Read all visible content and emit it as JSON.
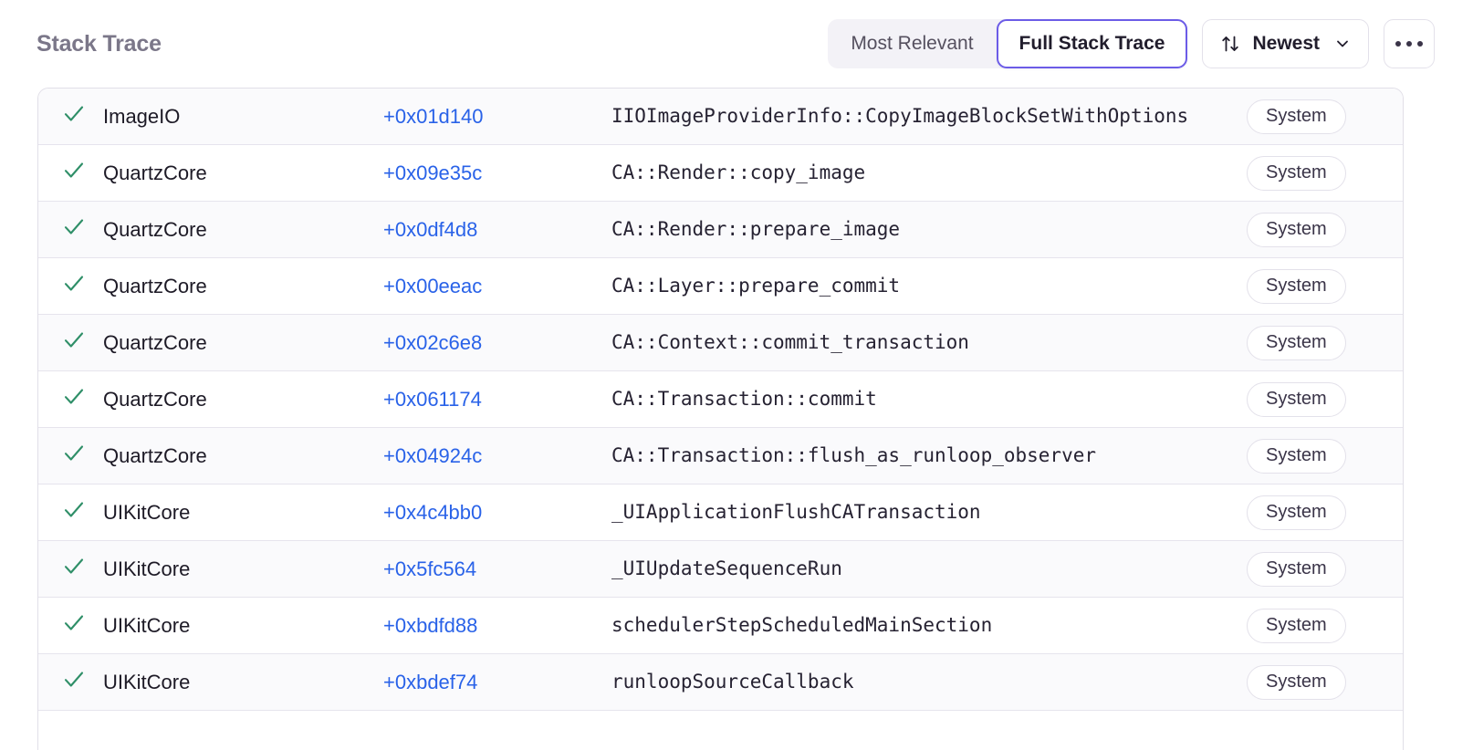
{
  "header": {
    "title": "Stack Trace",
    "segmented": {
      "options": [
        {
          "label": "Most Relevant",
          "active": false
        },
        {
          "label": "Full Stack Trace",
          "active": true
        }
      ]
    },
    "sort": {
      "icon": "sort-arrows-icon",
      "label": "Newest",
      "chevron": "chevron-down-icon"
    },
    "more": {
      "label": "…",
      "icon": "ellipsis-horizontal-icon"
    }
  },
  "colors": {
    "accent": "#6c5ce7",
    "link": "#2962e8",
    "check": "#2f8f68",
    "title": "#7b7789",
    "row_tint": "#fafafc",
    "border": "#e1dfe8"
  },
  "stack": {
    "columns": [
      "status",
      "module",
      "offset",
      "function",
      "origin"
    ],
    "frames": [
      {
        "status_icon": "check-icon",
        "module": "ImageIO",
        "offset": "+0x01d140",
        "function": "IIOImageProviderInfo::CopyImageBlockSetWithOptions",
        "badge": "System",
        "tinted": true
      },
      {
        "status_icon": "check-icon",
        "module": "QuartzCore",
        "offset": "+0x09e35c",
        "function": "CA::Render::copy_image",
        "badge": "System",
        "tinted": false
      },
      {
        "status_icon": "check-icon",
        "module": "QuartzCore",
        "offset": "+0x0df4d8",
        "function": "CA::Render::prepare_image",
        "badge": "System",
        "tinted": true
      },
      {
        "status_icon": "check-icon",
        "module": "QuartzCore",
        "offset": "+0x00eeac",
        "function": "CA::Layer::prepare_commit",
        "badge": "System",
        "tinted": false
      },
      {
        "status_icon": "check-icon",
        "module": "QuartzCore",
        "offset": "+0x02c6e8",
        "function": "CA::Context::commit_transaction",
        "badge": "System",
        "tinted": true
      },
      {
        "status_icon": "check-icon",
        "module": "QuartzCore",
        "offset": "+0x061174",
        "function": "CA::Transaction::commit",
        "badge": "System",
        "tinted": false
      },
      {
        "status_icon": "check-icon",
        "module": "QuartzCore",
        "offset": "+0x04924c",
        "function": "CA::Transaction::flush_as_runloop_observer",
        "badge": "System",
        "tinted": true
      },
      {
        "status_icon": "check-icon",
        "module": "UIKitCore",
        "offset": "+0x4c4bb0",
        "function": "_UIApplicationFlushCATransaction",
        "badge": "System",
        "tinted": false
      },
      {
        "status_icon": "check-icon",
        "module": "UIKitCore",
        "offset": "+0x5fc564",
        "function": "_UIUpdateSequenceRun",
        "badge": "System",
        "tinted": true
      },
      {
        "status_icon": "check-icon",
        "module": "UIKitCore",
        "offset": "+0xbdfd88",
        "function": "schedulerStepScheduledMainSection",
        "badge": "System",
        "tinted": false
      },
      {
        "status_icon": "check-icon",
        "module": "UIKitCore",
        "offset": "+0xbdef74",
        "function": "runloopSourceCallback",
        "badge": "System",
        "tinted": true
      }
    ]
  }
}
